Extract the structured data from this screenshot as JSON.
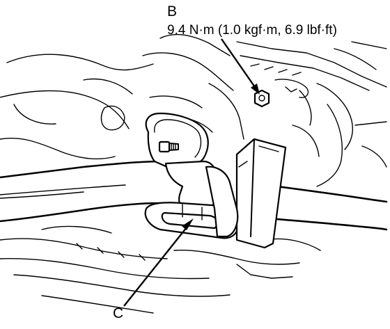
{
  "callouts": {
    "b": {
      "letter": "B",
      "torque": "9.4 N·m (1.0 kgf·m, 6.9 lbf·ft)"
    },
    "c": {
      "letter": "C"
    }
  }
}
